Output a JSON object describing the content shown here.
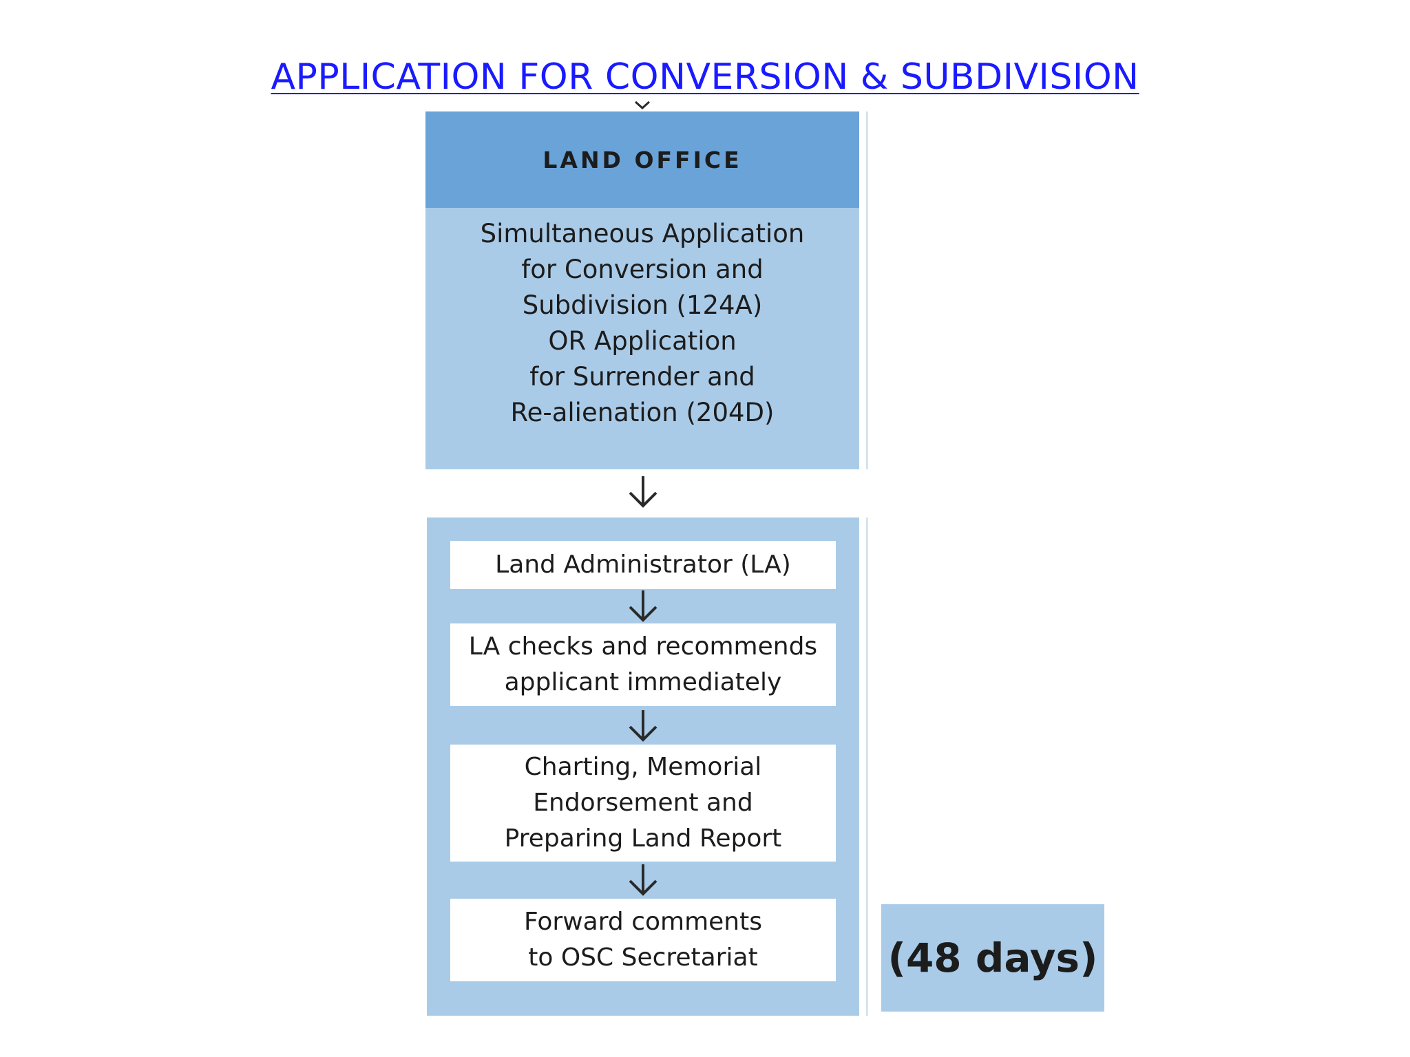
{
  "title": "APPLICATION FOR CONVERSION & SUBDIVISION",
  "office": {
    "header": "LAND OFFICE",
    "description": "Simultaneous Application\nfor Conversion and\nSubdivision (124A)\nOR Application\nfor Surrender and\nRe-alienation (204D)"
  },
  "steps": [
    "Land Administrator (LA)",
    "LA checks and recommends\napplicant immediately",
    "Charting, Memorial\nEndorsement and\nPreparing Land Report",
    "Forward comments\nto OSC Secretariat"
  ],
  "duration": "(48 days)",
  "colors": {
    "title": "#1a1aff",
    "header_fill": "#6aa3d8",
    "panel_fill": "#a9cbe8",
    "step_fill": "#ffffff"
  }
}
